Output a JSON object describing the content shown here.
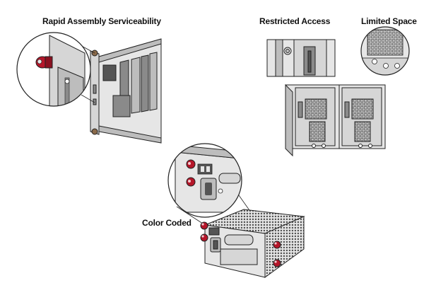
{
  "labels": {
    "rapid_assembly": "Rapid Assembly Serviceability",
    "restricted_access": "Restricted Access",
    "limited_space": "Limited Space",
    "color_coded": "Color Coded"
  },
  "colors": {
    "accent_red": "#b5162a",
    "metal_light": "#e6e6e6",
    "metal_mid": "#bdbdbd",
    "metal_dark": "#8a8a8a",
    "outline": "#222222",
    "background": "#ffffff"
  },
  "icons": {
    "captive_screw": "captive-screw-icon",
    "zoom_callout": "zoom-circle-icon"
  }
}
